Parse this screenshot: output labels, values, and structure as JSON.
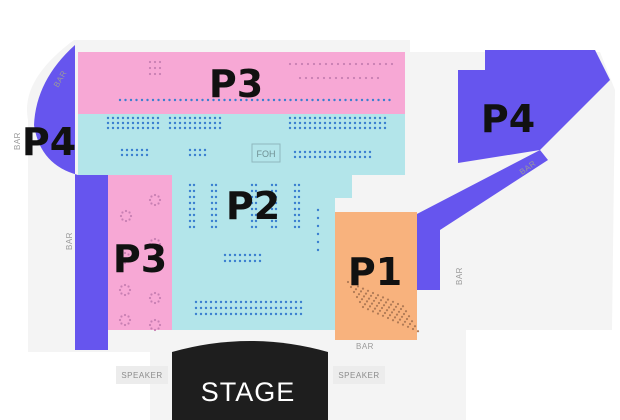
{
  "venue_map": {
    "zones": {
      "p4_left": {
        "label": "P4",
        "color": "#6655ee"
      },
      "p4_right": {
        "label": "P4",
        "color": "#6655ee"
      },
      "p3_top": {
        "label": "P3",
        "color": "#f7a8d5"
      },
      "p3_left": {
        "label": "P3",
        "color": "#f7a8d5"
      },
      "p2": {
        "label": "P2",
        "color": "#b3e5ea"
      },
      "p1": {
        "label": "P1",
        "color": "#f8b27d"
      }
    },
    "bars": {
      "top_left": "BAR",
      "left_upper": "BAR",
      "left_lower": "BAR",
      "right_diagonal": "BAR",
      "right_vertical": "BAR",
      "bottom": "BAR"
    },
    "foh": "FOH",
    "stage": {
      "label": "STAGE",
      "color": "#1e1e1e"
    },
    "speakers": {
      "left": "SPEAKER",
      "right": "SPEAKER"
    },
    "seat_color": "#3a7fd0",
    "floor_color": "#f4f4f4"
  }
}
